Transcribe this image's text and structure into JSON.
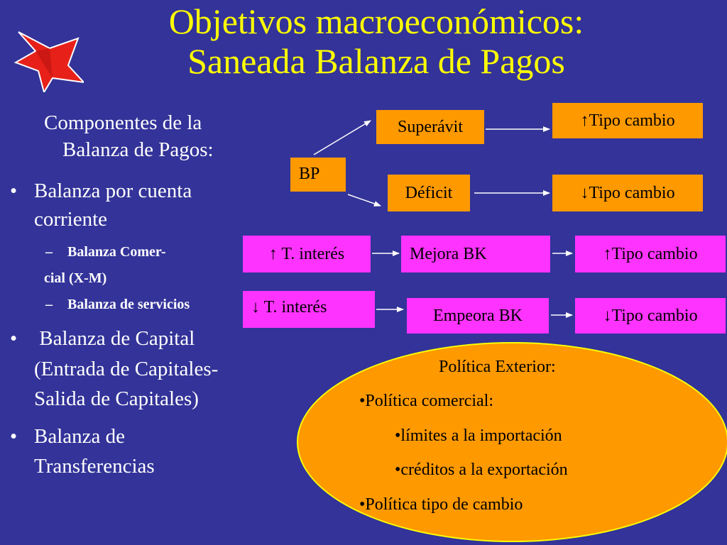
{
  "slide": {
    "title_line1": "Objetivos macroeconómicos:",
    "title_line2": "Saneada Balanza de Pagos",
    "colors": {
      "background": "#333399",
      "title": "#ffff00",
      "box_orange": "#ff9900",
      "box_pink": "#ff33ff",
      "star": "#e8201a"
    }
  },
  "left": {
    "heading_line1": "Componentes de la",
    "heading_line2": "Balanza de Pagos:",
    "bullet_char": "•",
    "dash_char": "–",
    "b1_line1": "Balanza por cuenta",
    "b1_line2": "corriente",
    "sub1": "Balanza Comer-",
    "sub1_cont": "cial (X-M)",
    "sub2": "Balanza de servicios",
    "b2_line1": " Balanza de Capital",
    "b2_line2": "(Entrada de Capitales-",
    "b2_line3": "Salida de Capitales)",
    "b3_line1": "Balanza de",
    "b3_line2": "Transferencias"
  },
  "diagram": {
    "bp": "BP",
    "superavit": "Superávit",
    "deficit": "Déficit",
    "up_tipo_cambio_1": "↑Tipo cambio",
    "down_tipo_cambio_1": "↓Tipo cambio",
    "up_interes": "↑ T. interés",
    "mejora_bk": "Mejora BK",
    "up_tipo_cambio_2": "↑Tipo cambio",
    "down_interes": "↓ T. interés",
    "empeora_bk": "Empeora BK",
    "down_tipo_cambio_2": "↓Tipo cambio"
  },
  "ellipse": {
    "title": "Política Exterior:",
    "item1": "•Política comercial:",
    "sub1": "•límites a la importación",
    "sub2": "•créditos a la exportación",
    "item2": "•Política tipo de cambio"
  }
}
